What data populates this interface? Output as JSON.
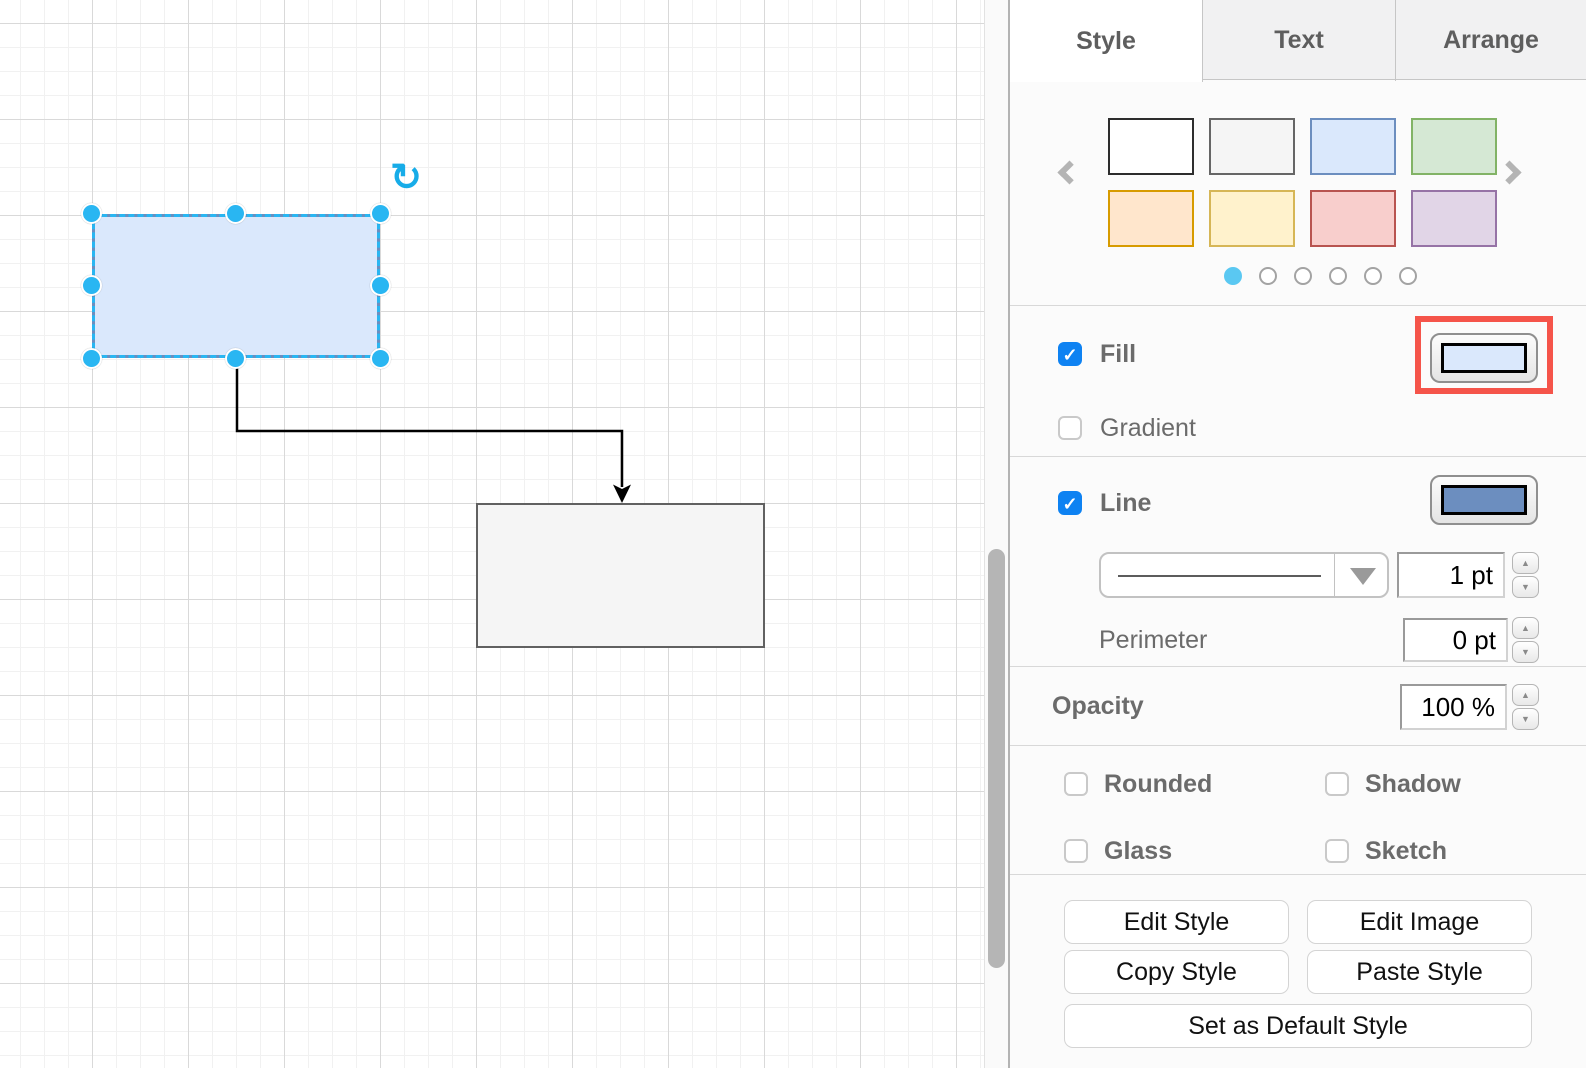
{
  "icons": {
    "rotate_glyph": "↻",
    "check_glyph": "✓",
    "stepper_up_glyph": "▲",
    "stepper_down_glyph": "▼",
    "prev": "chevron-left",
    "next": "chevron-right",
    "dropdown": "triangle-down"
  },
  "canvas": {
    "shape_fill": "#dae8fc",
    "shape_stroke": "#6c8ebf",
    "target_fill": "#f5f5f5",
    "target_stroke": "#616161",
    "selection_color": "#29b6f2"
  },
  "panel": {
    "tabs": [
      {
        "label": "Style",
        "active": true
      },
      {
        "label": "Text",
        "active": false
      },
      {
        "label": "Arrange",
        "active": false
      }
    ],
    "palette": {
      "swatches": [
        {
          "name": "white",
          "fill": "#ffffff",
          "border": "#2d2d2d"
        },
        {
          "name": "gray",
          "fill": "#f5f5f5",
          "border": "#666666"
        },
        {
          "name": "blue",
          "fill": "#dae8fc",
          "border": "#6c8ebf"
        },
        {
          "name": "green",
          "fill": "#d5e8d4",
          "border": "#82b366"
        },
        {
          "name": "orange",
          "fill": "#ffe6cc",
          "border": "#d79b00"
        },
        {
          "name": "yellow",
          "fill": "#fff2cc",
          "border": "#d6b656"
        },
        {
          "name": "red",
          "fill": "#f8cecc",
          "border": "#b85450"
        },
        {
          "name": "purple",
          "fill": "#e1d5e7",
          "border": "#9673a6"
        }
      ],
      "page_count": 6,
      "active_page": 1
    },
    "fill_section": {
      "fill_label": "Fill",
      "fill_checked": true,
      "fill_color": "#dae8fc",
      "highlight_color": "#f5544a",
      "gradient_label": "Gradient",
      "gradient_checked": false
    },
    "line_section": {
      "line_label": "Line",
      "line_checked": true,
      "line_color": "#6c8ebf",
      "width_value": "1 pt",
      "perimeter_label": "Perimeter",
      "perimeter_value": "0 pt"
    },
    "opacity_section": {
      "label": "Opacity",
      "value": "100 %"
    },
    "toggles": [
      {
        "label": "Rounded",
        "checked": false
      },
      {
        "label": "Shadow",
        "checked": false
      },
      {
        "label": "Glass",
        "checked": false
      },
      {
        "label": "Sketch",
        "checked": false
      }
    ],
    "buttons": [
      {
        "label": "Edit Style"
      },
      {
        "label": "Edit Image"
      },
      {
        "label": "Copy Style"
      },
      {
        "label": "Paste Style"
      },
      {
        "label": "Set as Default Style"
      }
    ]
  }
}
